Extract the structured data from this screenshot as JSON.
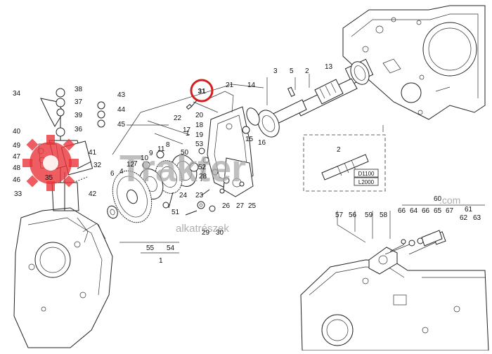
{
  "diagram": {
    "watermark": {
      "brand": "Trakter",
      "suffix": ".com",
      "subtitle": "alkatrészek"
    },
    "highlighted_callout": "31",
    "callouts": {
      "c1": "1",
      "c2": "2",
      "c3": "3",
      "c4": "4",
      "c5": "5",
      "c6": "6",
      "c7": "7",
      "c8": "8",
      "c9": "9",
      "c10": "10",
      "c11": "11",
      "c12": "12",
      "c13": "13",
      "c14": "14",
      "c15": "15",
      "c16": "16",
      "c17": "17",
      "c18": "18",
      "c19": "19",
      "c20": "20",
      "c21": "21",
      "c22": "22",
      "c23": "23",
      "c24": "24",
      "c25": "25",
      "c26": "26",
      "c27": "27",
      "c28": "28",
      "c29": "29",
      "c30": "30",
      "c32": "32",
      "c33": "33",
      "c34": "34",
      "c35": "35",
      "c36": "36",
      "c37": "37",
      "c38": "38",
      "c39": "39",
      "c40": "40",
      "c41": "41",
      "c42": "42",
      "c43": "43",
      "c44": "44",
      "c45": "45",
      "c46": "46",
      "c47": "47",
      "c48": "48",
      "c49": "49",
      "c50": "50",
      "c51": "51",
      "c52": "52",
      "c53": "53",
      "c54": "54",
      "c55": "55",
      "c56": "56",
      "c57": "57",
      "c58": "58",
      "c59": "59",
      "c60": "60",
      "c61": "61",
      "c62": "62",
      "c63": "63",
      "c64": "64",
      "c65": "65",
      "c66a": "66",
      "c66b": "66",
      "c67": "67",
      "c2box": "2",
      "c1bottom": "1"
    },
    "model_box": {
      "line1": "D1100",
      "line2": "L2000"
    },
    "colors": {
      "highlight": "#d41f1f",
      "watermark_red": "#e8343a",
      "watermark_gray": "#a9a9a9"
    }
  }
}
